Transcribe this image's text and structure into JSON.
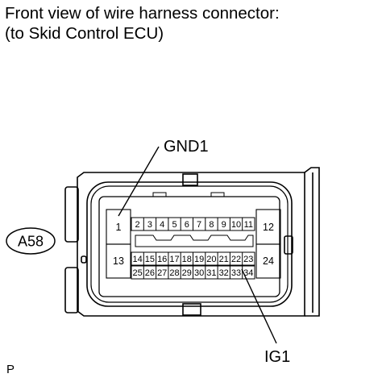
{
  "header": {
    "line1": "Front view of wire harness connector:",
    "line2": "(to Skid Control ECU)"
  },
  "connector": {
    "code": "A58",
    "callouts": {
      "top": "GND1",
      "bottom": "IG1"
    },
    "pins": {
      "left_top": "1",
      "left_bottom": "13",
      "right_top": "12",
      "right_bottom": "24",
      "row1": [
        "2",
        "3",
        "4",
        "5",
        "6",
        "7",
        "8",
        "9",
        "10",
        "11"
      ],
      "row2": [
        "14",
        "15",
        "16",
        "17",
        "18",
        "19",
        "20",
        "21",
        "22",
        "23"
      ],
      "row3": [
        "25",
        "26",
        "27",
        "28",
        "29",
        "30",
        "31",
        "32",
        "33",
        "34"
      ]
    }
  },
  "footer": {
    "mark": "P"
  }
}
